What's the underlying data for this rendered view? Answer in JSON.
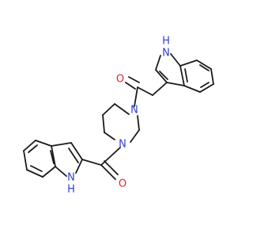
{
  "atoms": {
    "O_ketone": {
      "label": "O",
      "color": "#e5262a"
    },
    "O_amide": {
      "label": "O",
      "color": "#e5262a"
    },
    "N_pip_top": {
      "label": "N",
      "color": "#2f3fd6"
    },
    "N_pip_bottom": {
      "label": "N",
      "color": "#2f3fd6"
    },
    "NH_indole_top": {
      "label": "H",
      "sublabel": "N",
      "color": "#2f3fd6"
    },
    "NH_indole_bottom": {
      "label": "N",
      "sublabel": "H",
      "color": "#2f3fd6"
    }
  }
}
